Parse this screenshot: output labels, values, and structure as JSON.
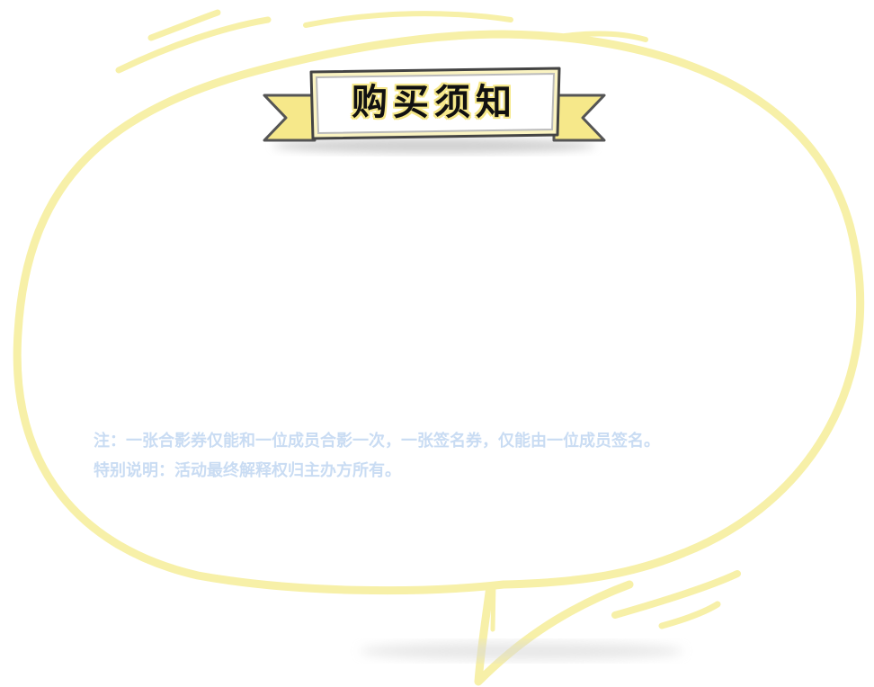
{
  "banner": {
    "title": "购买须知"
  },
  "notes": {
    "note": "注：一张合影券仅能和一位成员合影一次，一张签名券，仅能由一位成员签名。",
    "special": "特别说明：活动最终解释权归主办方所有。"
  },
  "colors": {
    "bubble_outline": "#f7f0a8",
    "ribbon_yellow": "#f6e88a",
    "note_text": "#c9dcf3",
    "title_text": "#111111"
  }
}
